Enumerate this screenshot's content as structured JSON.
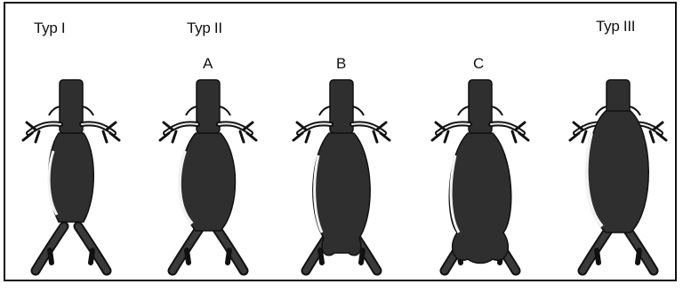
{
  "labels": {
    "typ_1": "Typ I",
    "typ_2": "Typ II",
    "typ_3": "Typ III",
    "sub_a": "A",
    "sub_b": "B",
    "sub_c": "C"
  },
  "colors": {
    "ink": "#111111",
    "aneurysm_fill": "#2f2f2f",
    "lumen_highlight": "#f2f2f2"
  },
  "aorta_variants": [
    "typ-1",
    "typ-2a",
    "typ-2b",
    "typ-2c",
    "typ-3"
  ]
}
